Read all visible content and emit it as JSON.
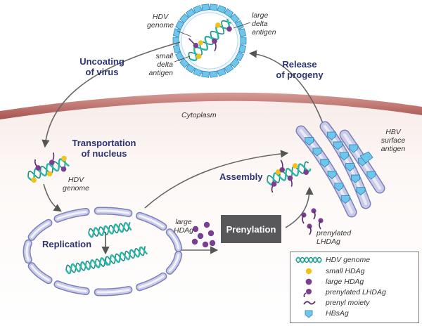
{
  "labels": {
    "hdv_genome_top": "HDV\ngenome",
    "large_delta_antigen": "large\ndelta\nantigen",
    "small_delta_antigen": "small\ndelta\nantigen",
    "uncoating": "Uncoating\nof virus",
    "release": "Release\nof progeny",
    "cytoplasm": "Cytoplasm",
    "transportation": "Transportation\nof nucleus",
    "hdv_genome_nuc": "HDV\ngenome",
    "hbv_surface_antigen": "HBV\nsurface\nantigen",
    "assembly": "Assembly",
    "large_hdag": "large\nHDAg",
    "prenylation": "Prenylation",
    "prenylated_lhdag": "prenylated\nLHDAg",
    "replication": "Replication"
  },
  "legend": [
    {
      "icon": "helix-icon",
      "label": "HDV genome"
    },
    {
      "icon": "yellow-dot-icon",
      "label": "small HDAg"
    },
    {
      "icon": "purple-dot-icon",
      "label": "large HDAg"
    },
    {
      "icon": "prenylated-icon",
      "label": "prenylated LHDAg"
    },
    {
      "icon": "prenyl-moiety-icon",
      "label": "prenyl moiety"
    },
    {
      "icon": "hbsag-icon",
      "label": "HBsAg"
    }
  ],
  "colors": {
    "helix": "#2bb5a9",
    "small_hdag": "#f1c21b",
    "large_hdag": "#7a3f8f",
    "hbsag": "#6fc6ec",
    "membrane": "#c9cbe8",
    "cell_wall": "#b96b67"
  }
}
